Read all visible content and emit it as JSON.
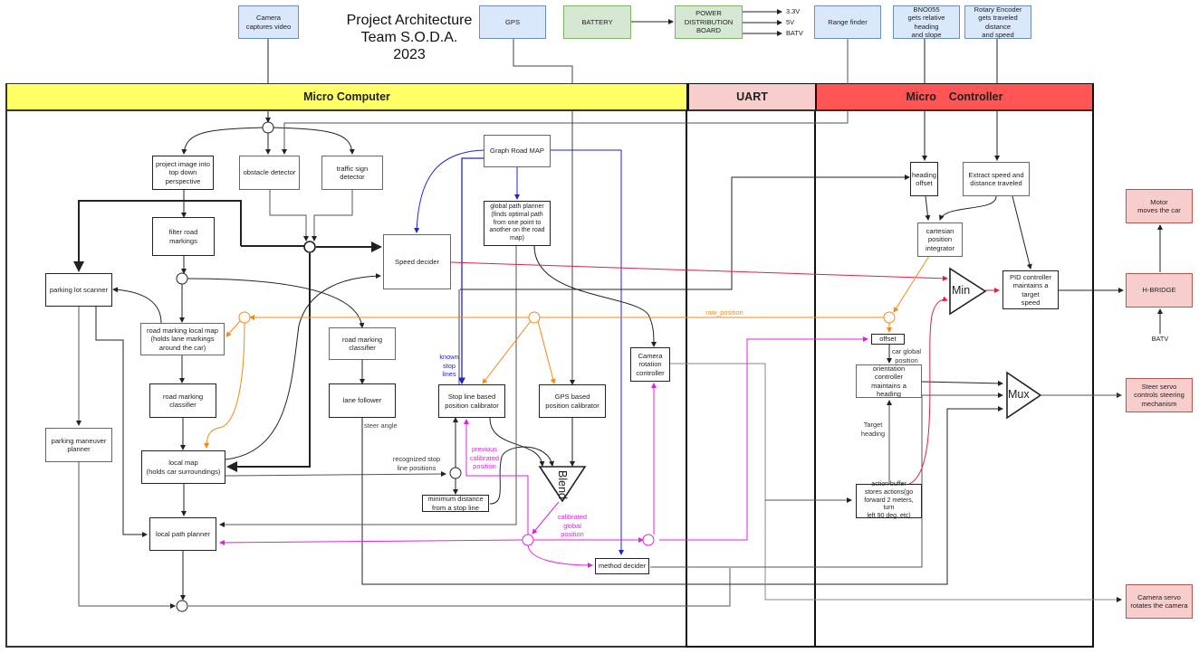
{
  "title": "Project Architecture\nTeam S.O.D.A.\n2023",
  "lanes": {
    "micro_computer": "Micro Computer",
    "uart": "UART",
    "micro_controller": "Micro    Controller"
  },
  "colors": {
    "micro_computer_header": "#ffff66",
    "uart_header": "#f8cecc",
    "micro_controller_header": "#ff5555",
    "sensor_fill": "#dae8fc",
    "power_fill": "#d5e8d4",
    "actuator_fill": "#f8cecc",
    "raw_position_line": "#ed8b1c",
    "calibrated_position_line": "#e020e0",
    "road_map_line": "#2222cc",
    "speed_line": "#dd2244"
  },
  "external": {
    "camera": "Camera\ncaptures video",
    "gps": "GPS",
    "battery": "BATTERY",
    "power_board": "POWER\nDISTRIBUTION\nBOARD",
    "rail_3v3": "3.3V",
    "rail_5v": "5V",
    "rail_batv": "BATV",
    "range_finder": "Range finder",
    "bno": "BNO055\ngets relative heading\nand slope",
    "encoder": "Rotary Encoder\ngets traveled distance\nand speed"
  },
  "computer": {
    "project_image": "project image into\ntop down\nperspective",
    "obstacle_detector": "obstacle detector",
    "traffic_sign_detector": "traffic sign detector",
    "filter_road_markings": "filter road markings",
    "parking_lot_scanner": "parking lot scanner",
    "road_marking_local_map": "road marking local map\n(holds lane markings\naround the car)",
    "road_marking_classifier_1": "road marking\nclassifier",
    "road_marking_classifier_2": "road marking\nclassifier",
    "lane_follower": "lane follower",
    "parking_maneuver_planner": "parking maneuver\nplanner",
    "local_map": "local map\n(holds car surroundings)",
    "local_path_planner": "local path planner",
    "speed_decider": "Speed decider",
    "graph_road_map": "Graph Road MAP",
    "global_path_planner": "global path planner\n(finds optimal path\nfrom one point to\nanother on the road\nmap)",
    "stop_line_calibrator": "Stop line based\nposition calibrator",
    "gps_calibrator": "GPS based\nposition calibrator",
    "min_distance": "minimum distance\nfrom a stop line",
    "camera_rotation_controller": "Camera\nrotation\ncontroller",
    "method_decider": "method decider",
    "blend": "Blend"
  },
  "controller": {
    "heading_offset": "heading\noffset",
    "extract_speed": "Extract speed and\ndistance traveled",
    "cartesian_integrator": "cartesian\nposition\nintegrator",
    "min": "Min",
    "pid_controller": "PID controller\nmaintains a target\nspeed",
    "offset": "offset",
    "orientation_controller": "orientation controller\nmaintains a heading",
    "mux": "Mux",
    "action_buffer": "action buffer\nstores actions(go\nforward 2 meters, turn\nleft 90 deg, etc)"
  },
  "actuators": {
    "motor": "Motor\nmoves the car",
    "h_bridge": "H-BRIDGE",
    "batv": "BATV",
    "steer_servo": "Steer servo\ncontrols steering\nmechanism",
    "camera_servo": "Camera servo\nrotates the camera"
  },
  "edge_labels": {
    "raw_position": "raw_position",
    "known_stop_lines": "known\nstop\nlines",
    "steer_angle": "steer angle",
    "recognized_stop_lines": "recognized stop\nline positions",
    "previous_calibrated": "previous\ncalibrated\nposition",
    "calibrated_global": "calibrated\nglobal\nposition",
    "car_global_position": "car global\nposition",
    "target_heading": "Target\nheading"
  }
}
